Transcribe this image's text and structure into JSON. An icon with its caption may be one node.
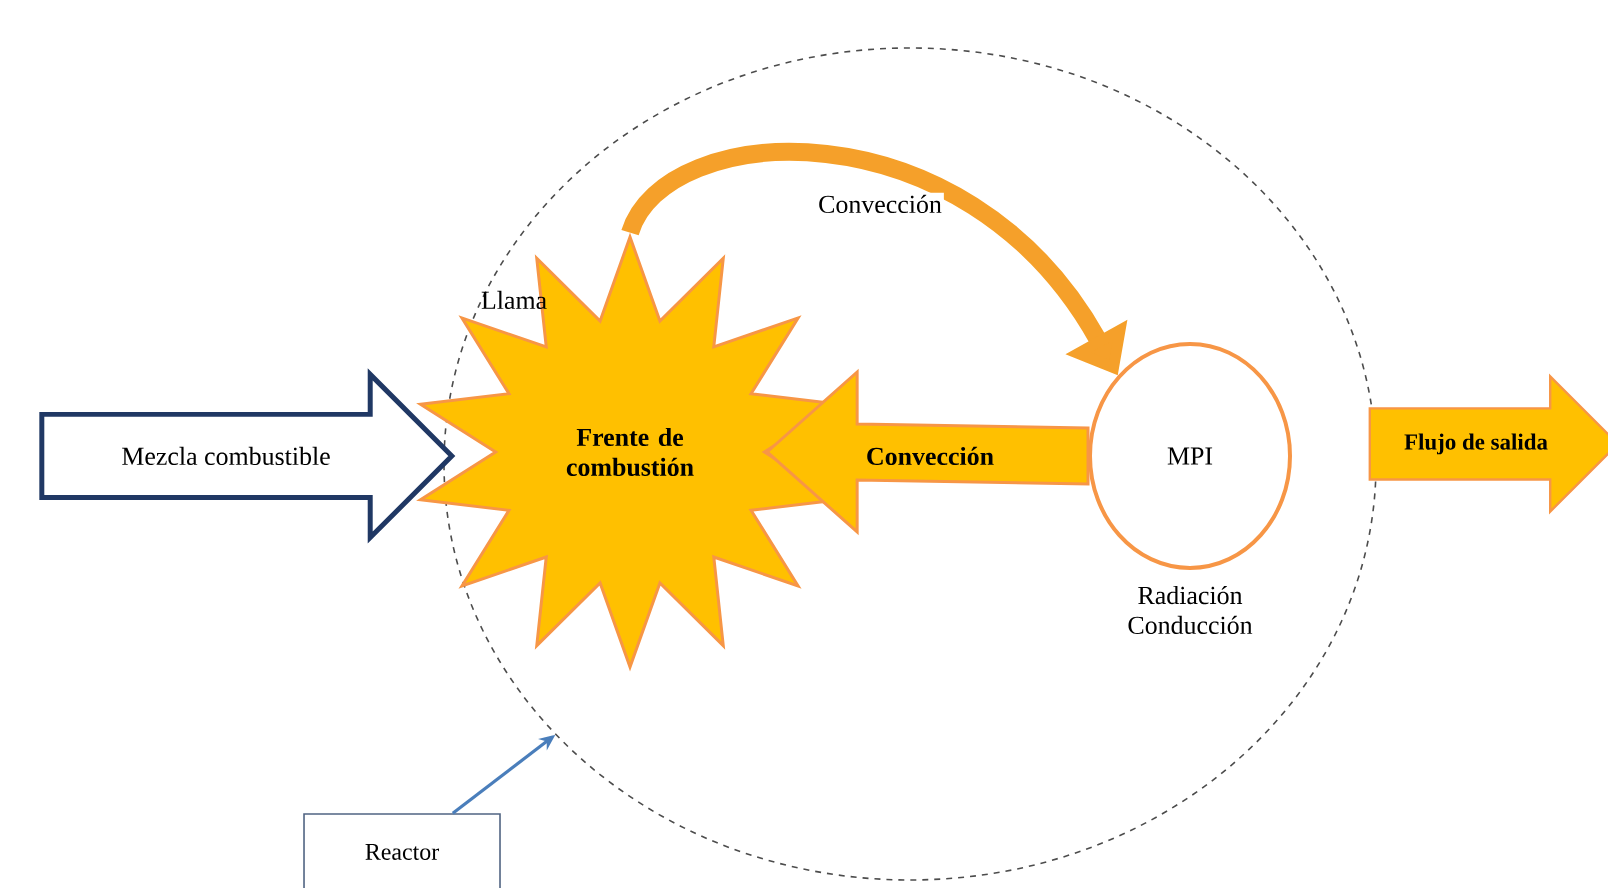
{
  "diagram": {
    "nodes": [
      {
        "text": [],
        "shape": "circle"
      },
      {
        "text": [
          "Mezcla combustible"
        ]
      },
      {
        "text": [
          "Llama",
          "Frente de combustión"
        ],
        "in": 0
      },
      {
        "text": [
          "MPI"
        ],
        "in": 0,
        "beside": [
          "Radiación Conducción"
        ]
      },
      {
        "text": [
          "Flujo de salida"
        ]
      },
      {
        "text": [
          "Reactor"
        ]
      }
    ],
    "edges": [
      {
        "from": 2,
        "to": 3,
        "arrow": "to",
        "label": "Convección",
        "style": "thick",
        "color": "#f5a02a"
      },
      {
        "from": 3,
        "to": 2,
        "arrow": "to",
        "label": "Convección",
        "style": "thick",
        "color": "#f79646"
      },
      {
        "from": 5,
        "to": 0,
        "arrow": "to",
        "color": "#4a7ebb"
      }
    ]
  }
}
